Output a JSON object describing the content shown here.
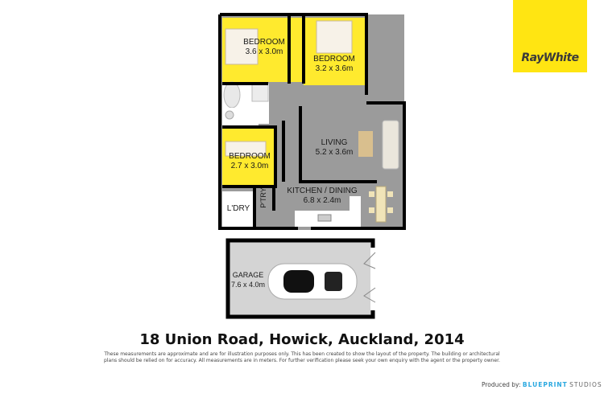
{
  "brand": {
    "name": "RayWhite",
    "color": "#ffe512"
  },
  "floorplan": {
    "rooms": [
      {
        "id": "bedroom1",
        "name": "BEDROOM",
        "size": "3.6 x 3.0m"
      },
      {
        "id": "bedroom2",
        "name": "BEDROOM",
        "size": "3.2 x 3.6m"
      },
      {
        "id": "bedroom3",
        "name": "BEDROOM",
        "size": "2.7 x 3.0m"
      },
      {
        "id": "living",
        "name": "LIVING",
        "size": "5.2 x 3.6m"
      },
      {
        "id": "kitchen",
        "name": "KITCHEN / DINING",
        "size": "6.8 x 2.4m"
      },
      {
        "id": "pantry",
        "name": "P'TRY",
        "size": ""
      },
      {
        "id": "laundry",
        "name": "L'DRY",
        "size": ""
      },
      {
        "id": "garage",
        "name": "GARAGE",
        "size": "7.6 x 4.0m"
      }
    ],
    "colors": {
      "bedroom": "#ffea2e",
      "floor": "#9b9b9b",
      "wall": "#000000",
      "garage": "#d4d4d4"
    }
  },
  "address": "18 Union Road, Howick, Auckland, 2014",
  "disclaimer": {
    "line1": "These measurements are approximate and are for illustration purposes only. This has been created to show the layout of the property. The building or architectural",
    "line2": "plans should be relied on for accuracy. All measurements are in meters. For further verification please seek your own enquiry with the agent or the property owner."
  },
  "credit": {
    "prefix": "Produced by:",
    "brand": "BLUEPRINT",
    "suffix": "STUDIOS"
  }
}
